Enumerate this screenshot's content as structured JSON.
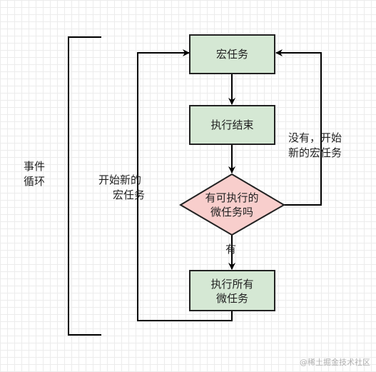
{
  "colors": {
    "box_fill": "#d5e8d4",
    "box_stroke": "#222222",
    "decision_fill": "#f8cecc",
    "line": "#000000"
  },
  "nodes": {
    "macro_task": "宏任务",
    "exec_end": "执行结束",
    "decision_line1": "有可执行的",
    "decision_line2": "微任务吗",
    "exec_all_line1": "执行所有",
    "exec_all_line2": "微任务"
  },
  "labels": {
    "yes": "有",
    "no_line1": "没有，开始",
    "no_line2": "新的宏任务",
    "start_line1": "开始新的",
    "start_line2": "宏任务",
    "loop_line1": "事件",
    "loop_line2": "循环"
  },
  "watermark": "@稀土掘金技术社区"
}
